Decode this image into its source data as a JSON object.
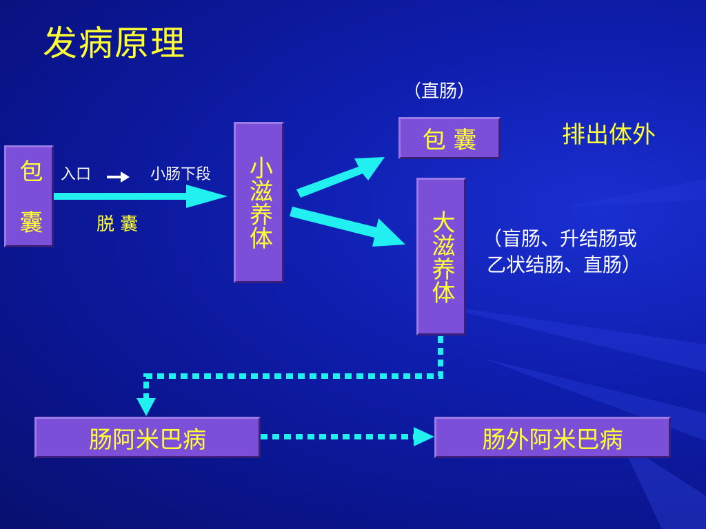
{
  "slide": {
    "title": "发病原理"
  },
  "nodes": {
    "cyst_left": "包 囊",
    "small_trophozoite": "小滋养体",
    "cyst_right": "包 囊",
    "large_trophozoite": "大滋养体",
    "intestinal_amoebiasis": "肠阿米巴病",
    "extraintestinal_amoebiasis": "肠外阿米巴病"
  },
  "labels": {
    "entry": "入口",
    "small_intestine_lower": "小肠下段",
    "excystation": "脱 囊",
    "rectum": "（直肠）",
    "excreted": "排出体外",
    "sites_line1": "（盲肠、升结肠或",
    "sites_line2": "乙状结肠、直肠）"
  },
  "colors": {
    "background": "#0a158f",
    "box_fill": "#7b4fd8",
    "title_text": "#ffff33",
    "arrow": "#22f0f0",
    "label_text": "#ffffff"
  }
}
